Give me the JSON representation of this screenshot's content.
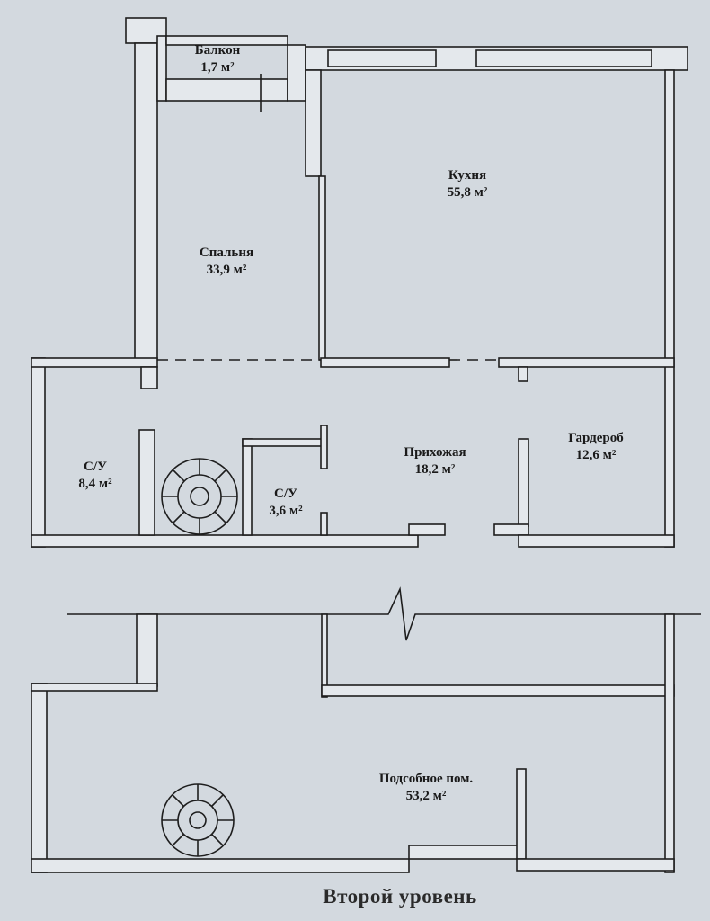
{
  "rooms": [
    {
      "name": "Балкон",
      "area": "1,7 м²"
    },
    {
      "name": "Кухня",
      "area": "55,8 м²"
    },
    {
      "name": "Спальня",
      "area": "33,9 м²"
    },
    {
      "name": "С/У",
      "area": "8,4 м²"
    },
    {
      "name": "С/У",
      "area": "3,6 м²"
    },
    {
      "name": "Прихожая",
      "area": "18,2 м²"
    },
    {
      "name": "Гардероб",
      "area": "12,6 м²"
    },
    {
      "name": "Подсобное пом.",
      "area": "53,2 м²"
    }
  ],
  "title": "Второй уровень"
}
